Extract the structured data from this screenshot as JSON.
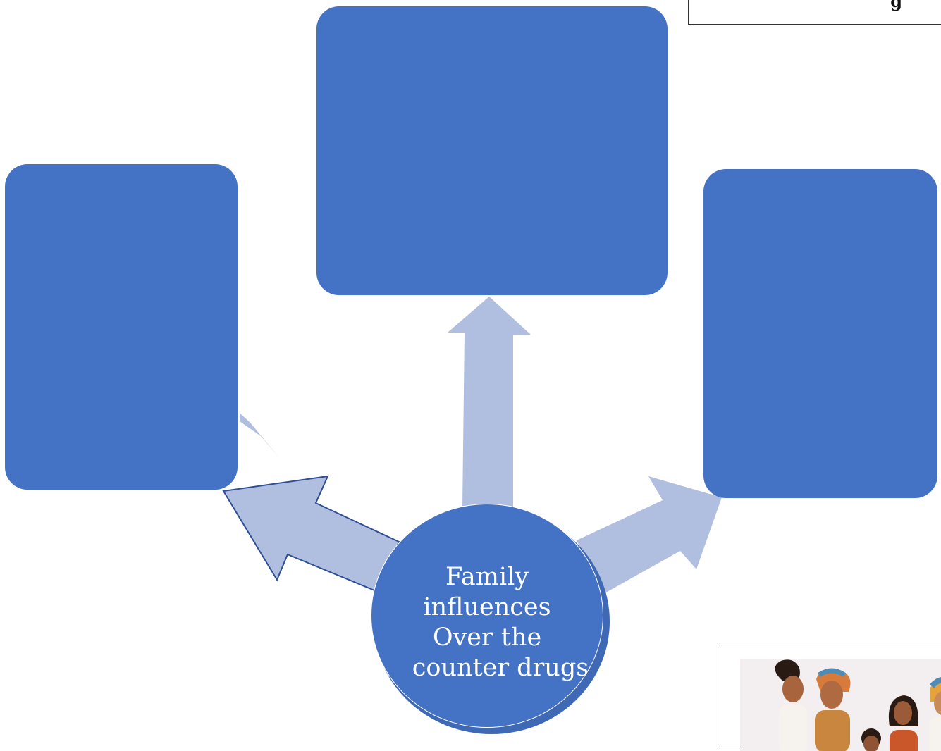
{
  "diagram": {
    "center_label_lines": [
      "Family",
      "influences",
      "Over the",
      "counter drugs"
    ],
    "top_right_text": "g"
  },
  "colors": {
    "box": "#4472c4",
    "arrow": "#b0bfe0",
    "arrow_outline": "#2f4f95",
    "circle": "#4472c4"
  }
}
